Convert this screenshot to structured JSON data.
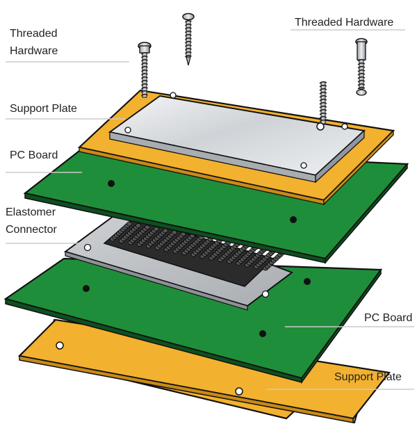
{
  "labels": {
    "threaded_hardware_left_line1": "Threaded",
    "threaded_hardware_left_line2": "Hardware",
    "threaded_hardware_right": "Threaded Hardware",
    "support_plate_top": "Support Plate",
    "pc_board_top": "PC Board",
    "elastomer_connector_line1": "Elastomer",
    "elastomer_connector_line2": "Connector",
    "pc_board_bottom": "PC Board",
    "support_plate_bottom": "Support Plate"
  },
  "colors": {
    "support_plate": "#f2b12f",
    "pc_board": "#1f8e3a",
    "pc_board_edge": "#0e4f1f",
    "metal_plate": "#dcdfe2",
    "connector_frame": "#b9bcc0",
    "connector_pad": "#2b2b2b",
    "outline": "#111111"
  }
}
